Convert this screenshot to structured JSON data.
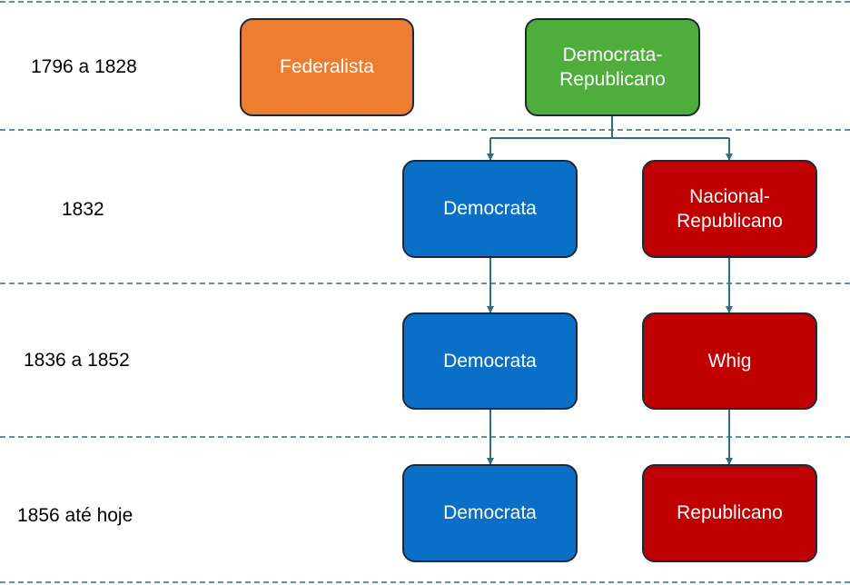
{
  "eras": [
    "1796 a 1828",
    "1832",
    "1836 a 1852",
    "1856 até hoje"
  ],
  "colors": {
    "federalista": "#ED7D31",
    "democrata_republicano": "#4FAD3B",
    "democrata": "#0A70C7",
    "oposicao": "#C00000",
    "separator": "#2E6C8E",
    "connector": "#2E6C8E"
  },
  "parties": {
    "federalista": "Federalista",
    "democrata_republicano": "Democrata-\nRepublicano",
    "democrata_1832": "Democrata",
    "nacional_republicano": "Nacional-\nRepublicano",
    "democrata_1836": "Democrata",
    "whig": "Whig",
    "democrata_1856": "Democrata",
    "republicano": "Republicano"
  }
}
